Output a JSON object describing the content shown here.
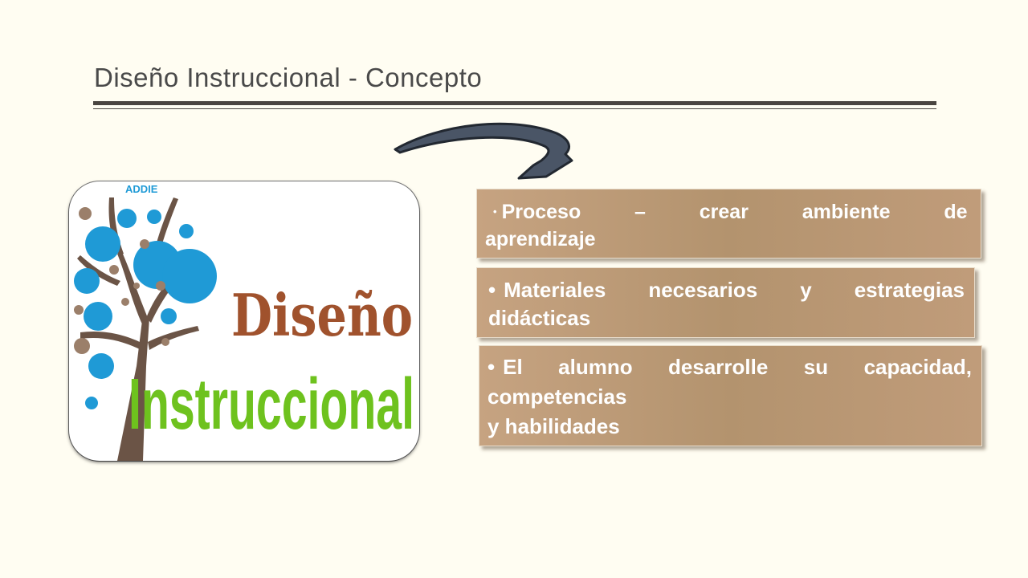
{
  "slide": {
    "title": "Diseño Instruccional - Concepto"
  },
  "logo": {
    "word1": "Diseño",
    "word2": "Instruccional",
    "badge": "ADDIE",
    "word1_color": "#a0522d",
    "word2_color": "#6ec21e",
    "bubble_color": "#1f9ad6"
  },
  "points": [
    {
      "bullet": "•",
      "line1_words": [
        "Proceso",
        "–",
        "crear",
        "ambiente",
        "de"
      ],
      "line2": "aprendizaje"
    },
    {
      "bullet": "•",
      "line1_words": [
        "Materiales",
        "necesarios",
        "y",
        "estrategias"
      ],
      "line2": "didácticas"
    },
    {
      "bullet": "•",
      "line1_words": [
        "El",
        "alumno",
        "desarrolle",
        "su",
        "capacidad,"
      ],
      "line2": "competencias",
      "line3": "y habilidades"
    }
  ],
  "colors": {
    "box_fill": "#b3936e",
    "title_text": "#4a4a4a",
    "arrow_fill": "#4a5566",
    "rule": "#4a4540"
  }
}
